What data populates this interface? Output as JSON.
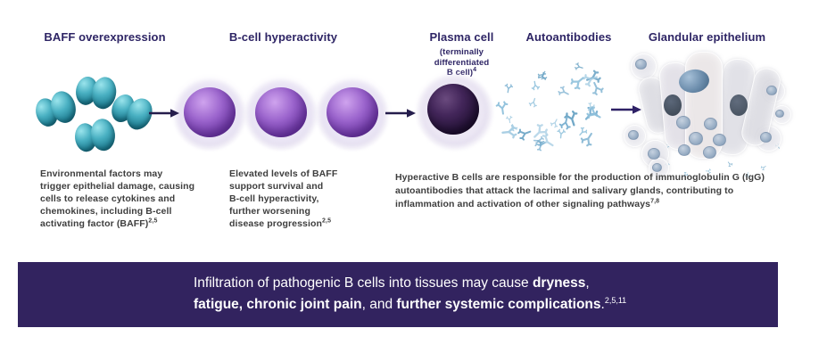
{
  "colors": {
    "heading": "#2e2565",
    "body_text": "#3e3e3e",
    "banner_bg": "#32235f",
    "banner_text": "#ffffff",
    "cell_teal": "#2f9cb0",
    "b_cell_purple": "#8a54c0",
    "plasma_nucleus": "#241236",
    "antibody_blue": "#8fc1dc",
    "arrow": "#251d4c"
  },
  "stages": [
    {
      "label": "BAFF overexpression"
    },
    {
      "label": "B-cell hyperactivity"
    },
    {
      "label": "Plasma cell",
      "sub1": "(terminally",
      "sub2": "differentiated",
      "sub3": "B cell)",
      "ref": "4"
    },
    {
      "label": "Autoantibodies"
    },
    {
      "label": "Glandular epithelium"
    }
  ],
  "descriptions": {
    "baff": {
      "l1": "Environmental factors may",
      "l2": "trigger epithelial damage, causing",
      "l3": "cells to release cytokines and",
      "l4": "chemokines, including B-cell",
      "l5": "activating factor (BAFF)",
      "ref": "2,5"
    },
    "bcell": {
      "l1": "Elevated levels of BAFF",
      "l2": "support survival and",
      "l3": "B-cell hyperactivity,",
      "l4": "further worsening",
      "l5": "disease progression",
      "ref": "2,5"
    },
    "autoantibody": {
      "l1": "Hyperactive B cells are responsible for the production of immunoglobulin G (IgG)",
      "l2": "autoantibodies that attack the lacrimal and salivary glands, contributing to",
      "l3": "inflammation and activation of other signaling pathways",
      "ref": "7,8"
    }
  },
  "banner": {
    "line1": {
      "normal1": "Infiltration of pathogenic B cells into tissues may cause ",
      "bold1": "dryness",
      "normal2": ","
    },
    "line2": {
      "bold1": "fatigue, chronic joint pain",
      "normal1": ", and ",
      "bold2": "further systemic complications",
      "normal2": ".",
      "ref": "2,5,11"
    }
  },
  "illustrations": {
    "cytokine_cells": {
      "count": 4,
      "color": "#2f9cb0"
    },
    "b_cells": {
      "count": 3,
      "color": "#8a54c0"
    },
    "plasma_cell": {
      "count": 1,
      "nucleus_color": "#241236"
    },
    "autoantibodies": {
      "count": 30,
      "color": "#8fc1dc"
    },
    "gland_cells": {
      "columnar_count": 5,
      "nucleus_color": "#47688a"
    }
  }
}
